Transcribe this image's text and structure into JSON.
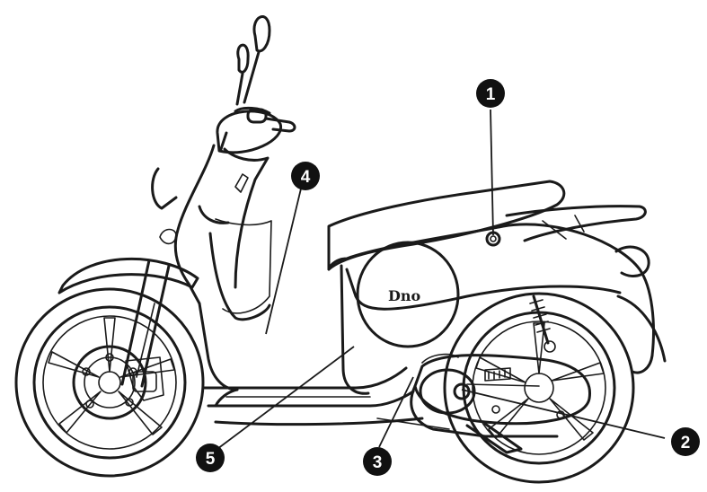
{
  "diagram": {
    "logo_text": "Dno",
    "callouts": [
      {
        "label": "1"
      },
      {
        "label": "2"
      },
      {
        "label": "3"
      },
      {
        "label": "4"
      },
      {
        "label": "5"
      }
    ]
  }
}
